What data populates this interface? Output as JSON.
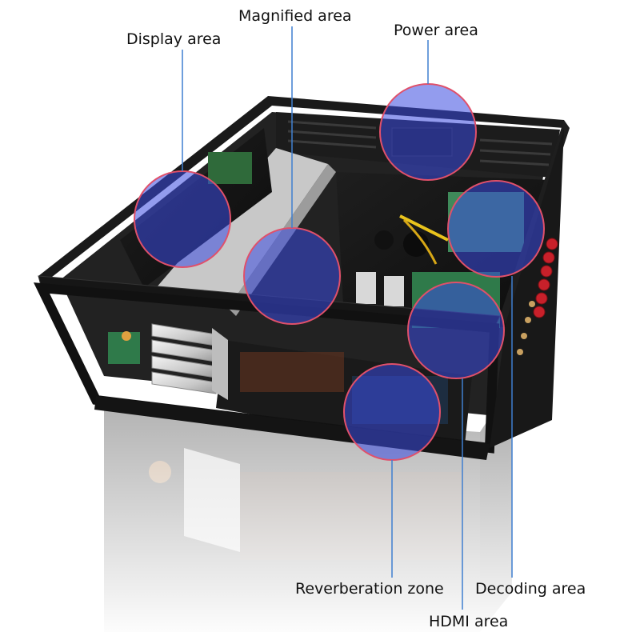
{
  "callouts": {
    "display_area": "Display area",
    "magnified_area": "Magnified area",
    "power_area": "Power area",
    "reverberation_zone": "Reverberation zone",
    "decoding_area": "Decoding area",
    "hdmi_area": "HDMI area"
  },
  "colors": {
    "background": "#ffffff",
    "chassis": "#161616",
    "highlight_fill": "#3a4be0",
    "highlight_ring": "#e0506a",
    "leader_line": "#3f7fd0",
    "label_text": "#111111"
  }
}
